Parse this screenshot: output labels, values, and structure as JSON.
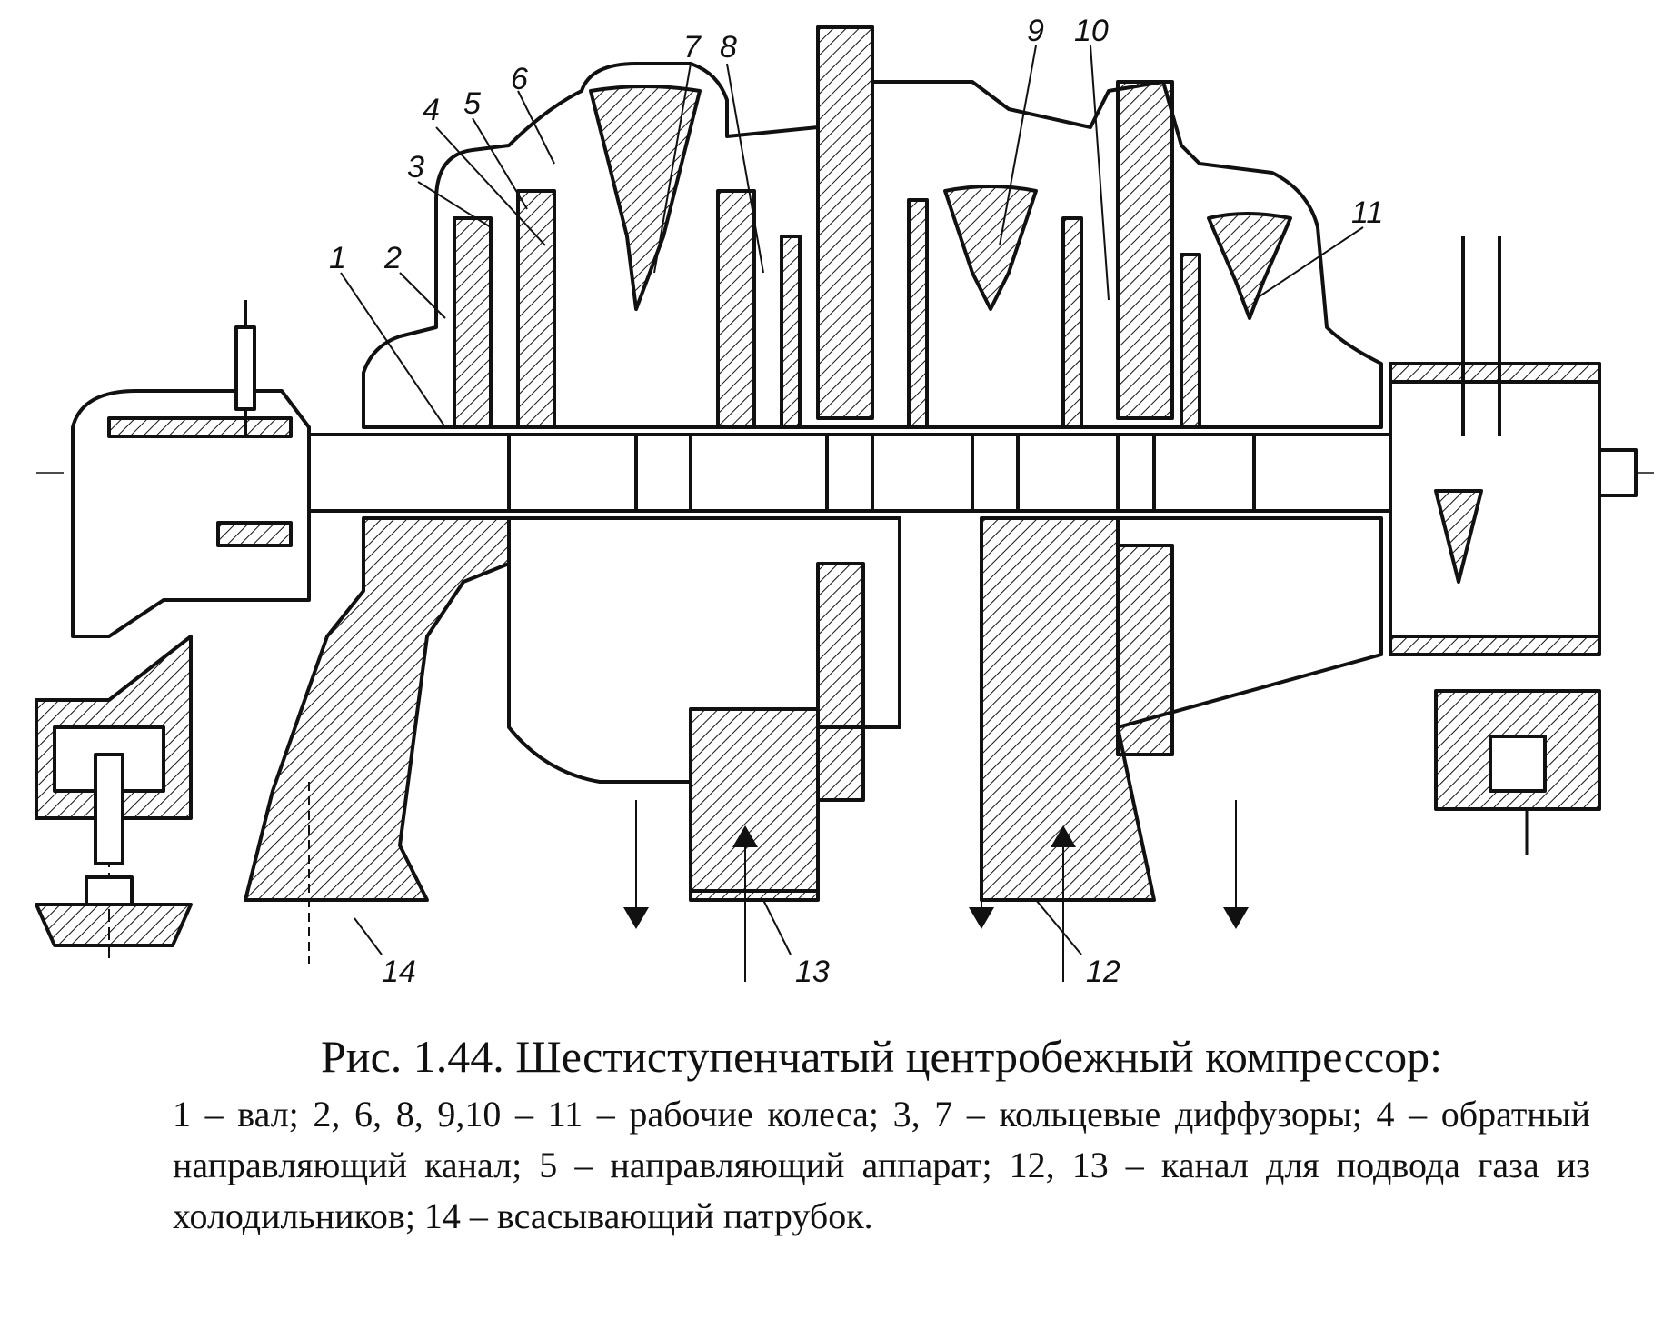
{
  "figure": {
    "callouts": [
      "1",
      "2",
      "3",
      "4",
      "5",
      "6",
      "7",
      "8",
      "9",
      "10",
      "11",
      "12",
      "13",
      "14"
    ],
    "colors": {
      "ink": "#111111",
      "paper": "#ffffff"
    }
  },
  "caption": {
    "title": "Рис. 1.44. Шестиступенчатый центробежный компрессор:",
    "body": "1 – вал; 2, 6, 8, 9,10 – 11 – рабочие колеса; 3, 7 – кольцевые диффузоры; 4 – обратный направляющий канал; 5 – направляющий аппарат; 12, 13 – канал для подвода газа из холодильников; 14 – всасывающий патрубок."
  }
}
